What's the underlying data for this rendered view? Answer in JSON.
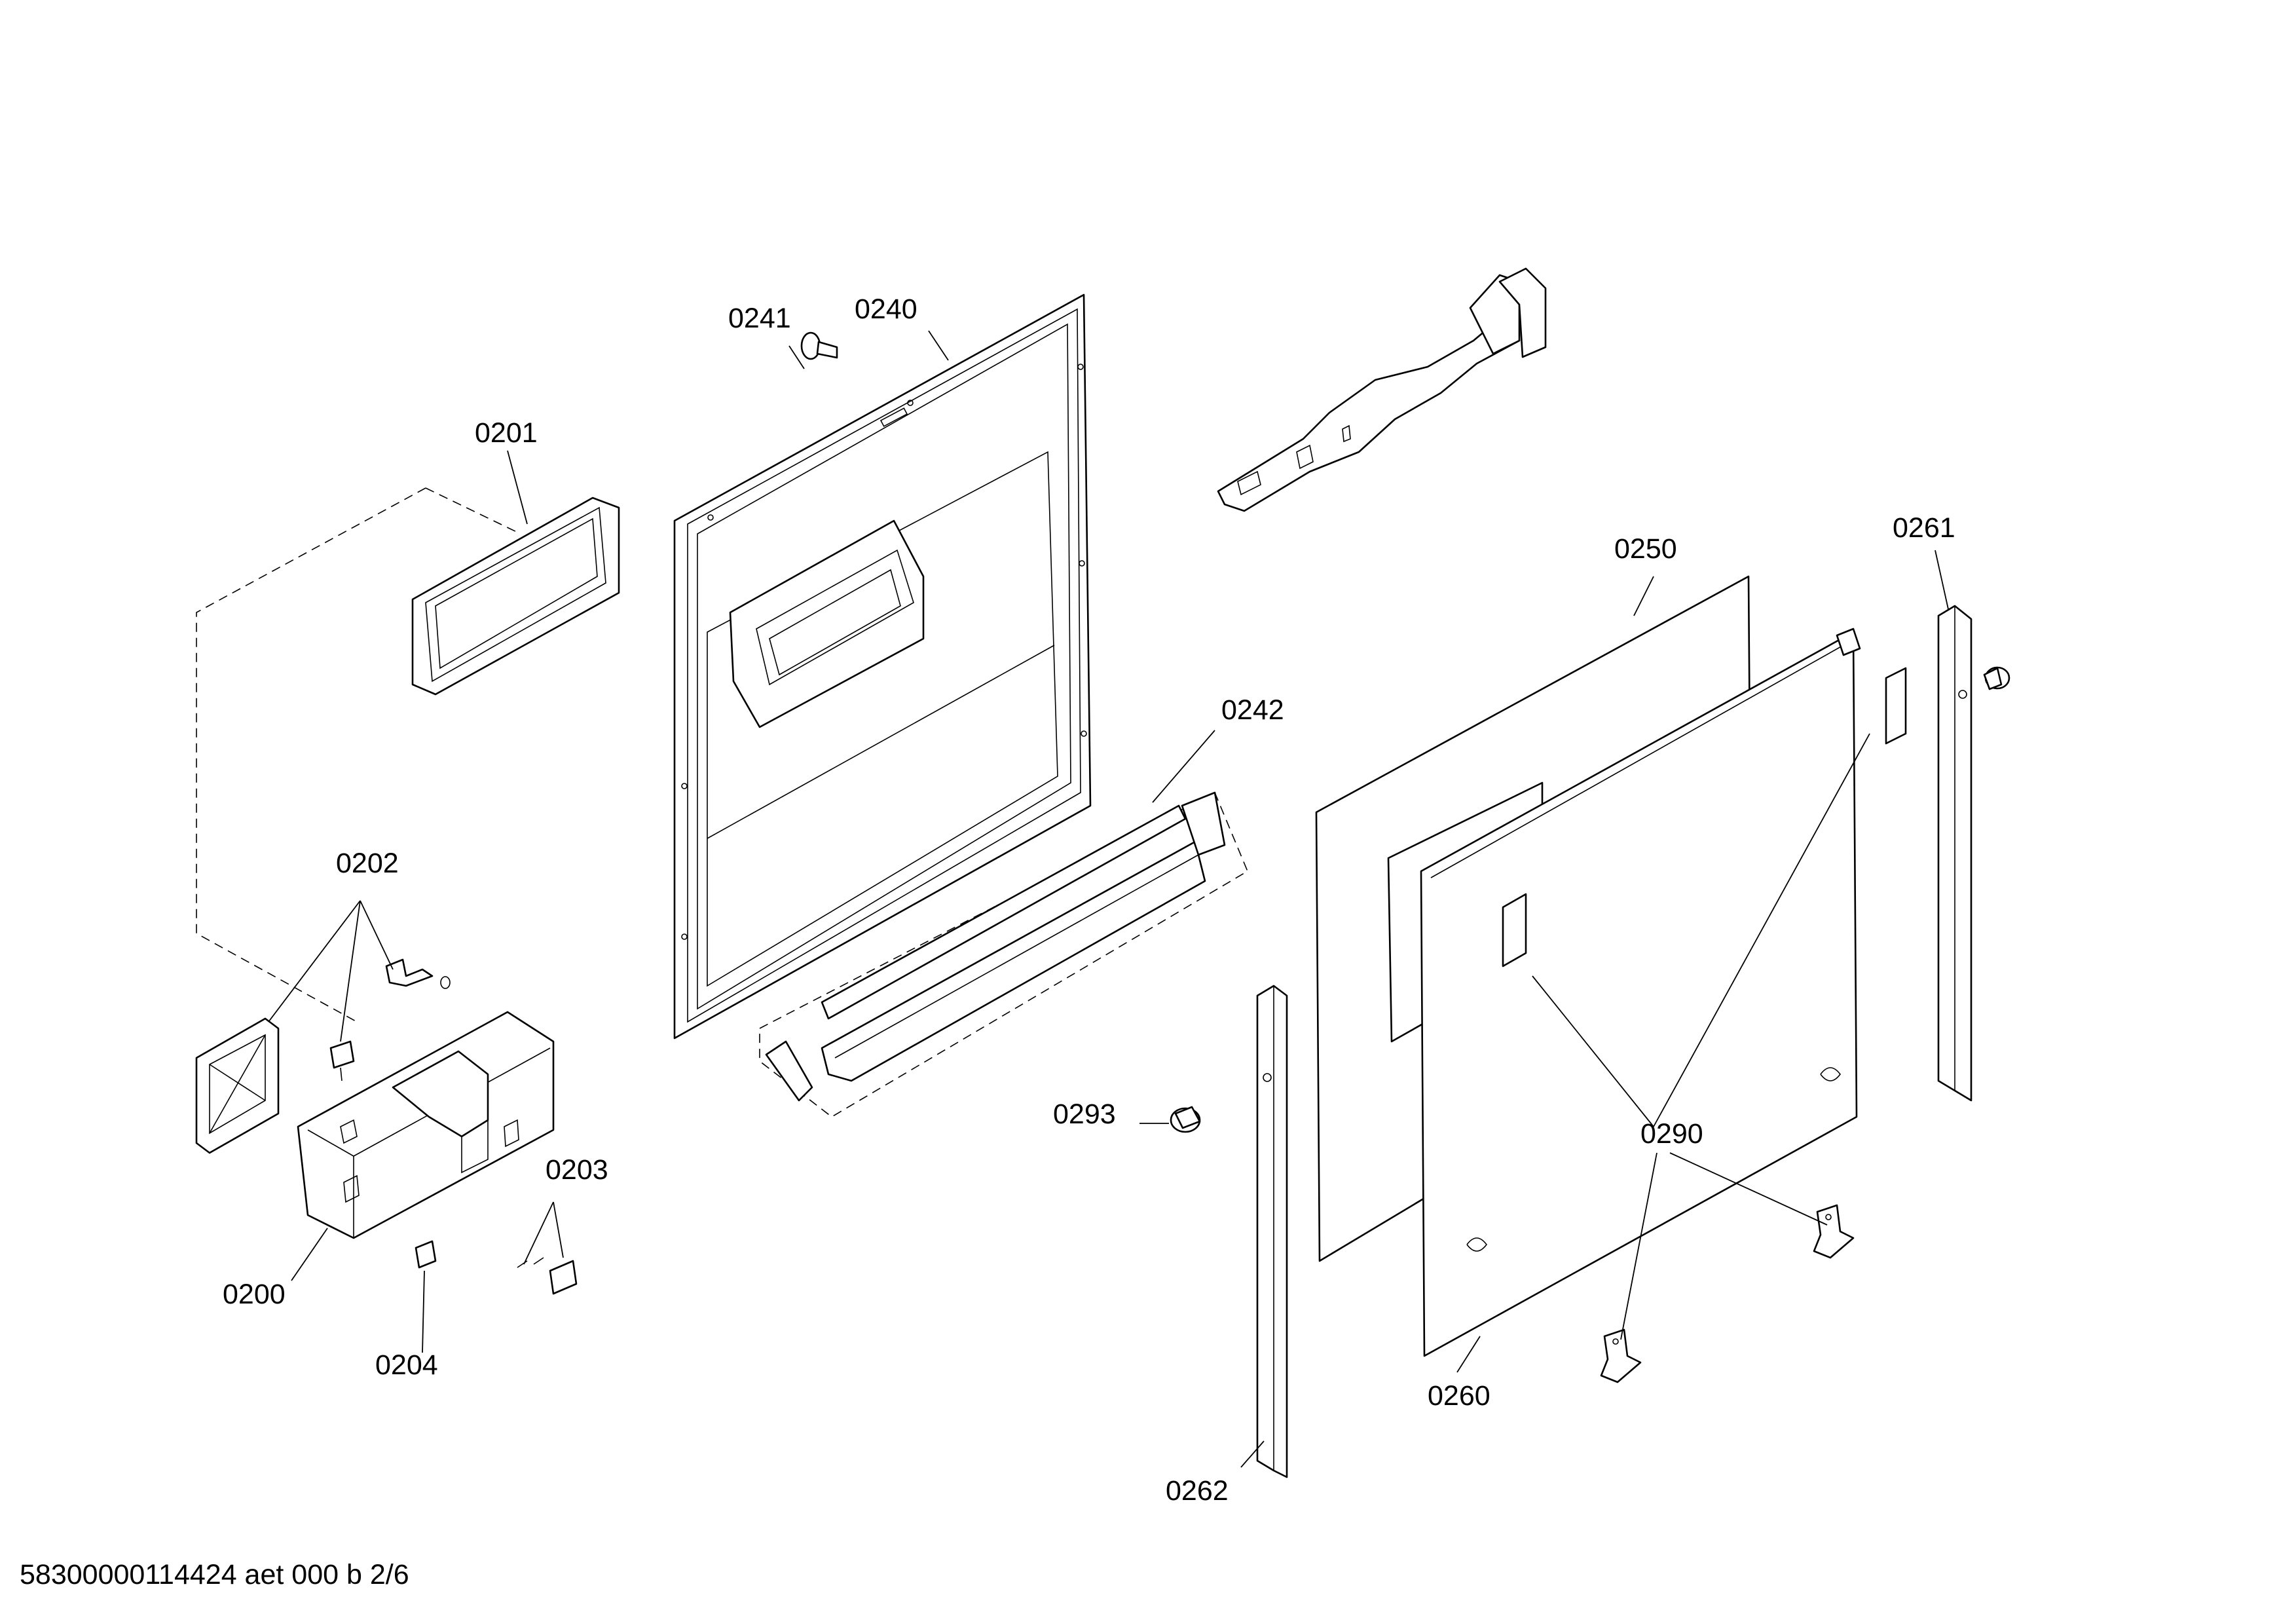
{
  "labels": {
    "p0200": "0200",
    "p0201": "0201",
    "p0202": "0202",
    "p0203": "0203",
    "p0204": "0204",
    "p0240": "0240",
    "p0241": "0241",
    "p0242": "0242",
    "p0250": "0250",
    "p0260": "0260",
    "p0261": "0261",
    "p0262": "0262",
    "p0290": "0290",
    "p0293": "0293"
  },
  "footer": "58300000114424 aet 000 b 2/6"
}
